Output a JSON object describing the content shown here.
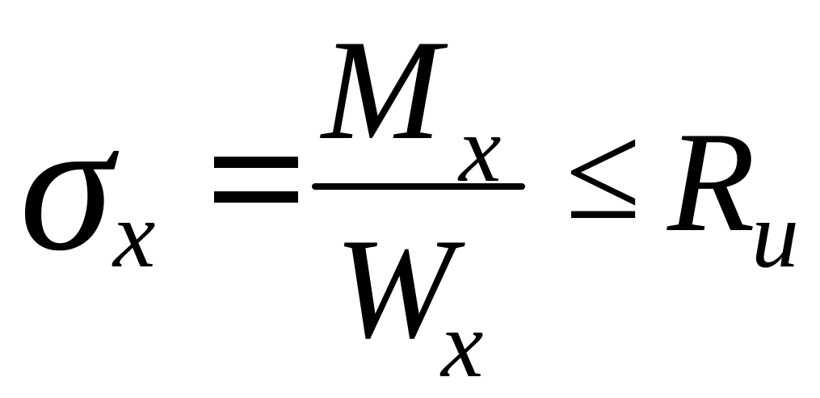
{
  "formula": {
    "lhs_symbol": "σ",
    "lhs_subscript": "x",
    "equals": "=",
    "numerator_symbol": "M",
    "numerator_subscript": "x",
    "denominator_symbol": "W",
    "denominator_subscript": "x",
    "relation": "≤",
    "rhs_symbol": "R",
    "rhs_subscript": "u"
  },
  "colors": {
    "foreground": "#000000",
    "background": "#ffffff"
  }
}
